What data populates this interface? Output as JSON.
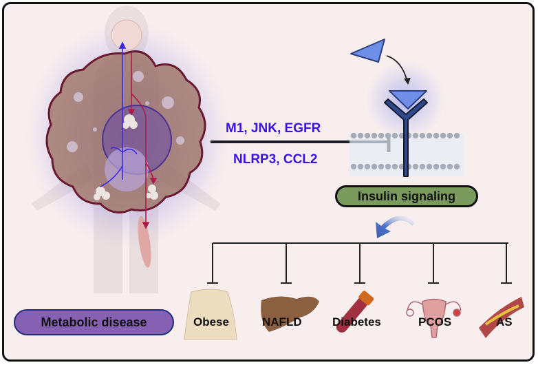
{
  "inhibitors": {
    "line1": "M1, JNK, EGFR",
    "line2": "NLRP3, CCL2"
  },
  "pathway": {
    "label": "Insulin signaling"
  },
  "category": {
    "label": "Metabolic disease"
  },
  "diseases": [
    {
      "label": "Obese",
      "icon": "torso-icon"
    },
    {
      "label": "NAFLD",
      "icon": "fatty-liver-icon"
    },
    {
      "label": "Diabetes",
      "icon": "blood-tube-icon"
    },
    {
      "label": "PCOS",
      "icon": "uterus-icon"
    },
    {
      "label": "AS",
      "icon": "artery-plaque-icon"
    }
  ],
  "colors": {
    "inhibitor_text": "#3a12e6",
    "insulin_pill": "#7a9a5e",
    "metabolic_pill": "#8560b3",
    "ligand": "#6f8ee8",
    "receptor": "#2e4a8c",
    "adipocyte": "#9a6e5c",
    "background": "#f8eeee"
  }
}
